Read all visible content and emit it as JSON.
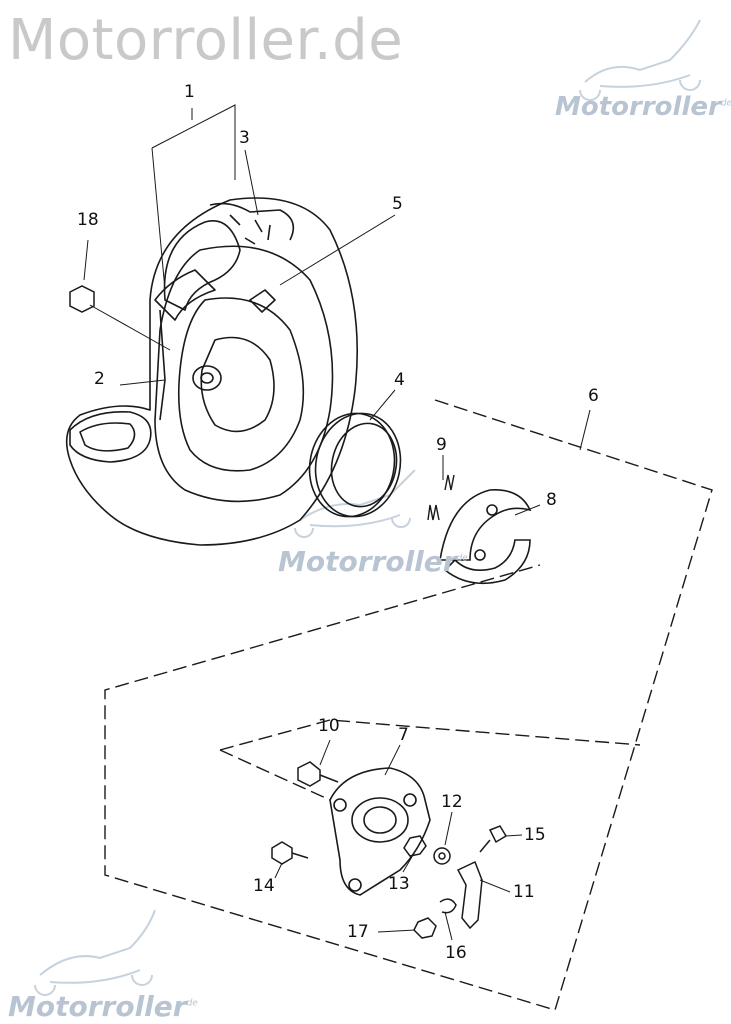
{
  "watermark": {
    "title": "Motorroller.de",
    "brand": "Motorroller",
    "brand_suffix": "de"
  },
  "callouts": {
    "c1": "1",
    "c2": "2",
    "c3": "3",
    "c4": "4",
    "c5": "5",
    "c6": "6",
    "c7": "7",
    "c8": "8",
    "c9": "9",
    "c10": "10",
    "c11": "11",
    "c12": "12",
    "c13": "13",
    "c14": "14",
    "c15": "15",
    "c16": "16",
    "c17": "17",
    "c18": "18"
  },
  "colors": {
    "line": "#1a1a1a",
    "watermark_text": "#c9c9c9",
    "watermark_logo": "#b8c4d2"
  }
}
